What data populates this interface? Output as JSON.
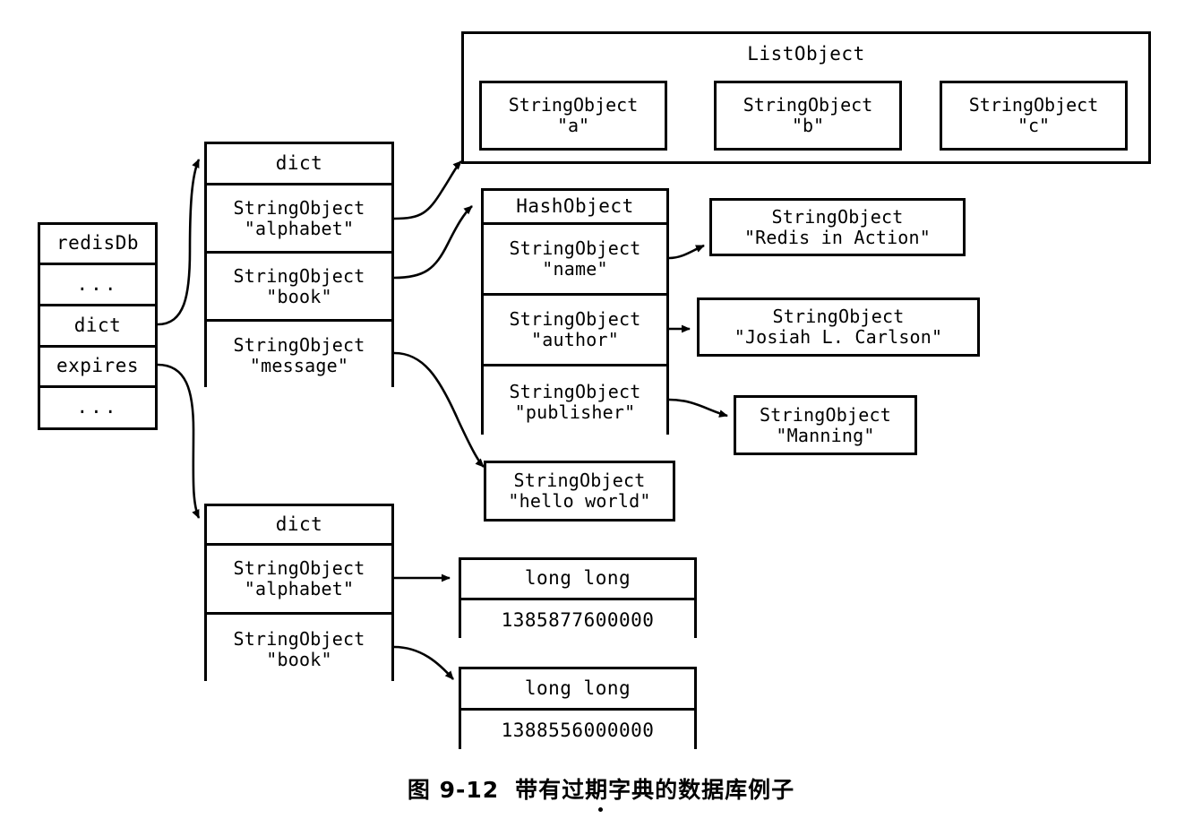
{
  "figure": {
    "caption_number": "图 9-12",
    "caption_text": "带有过期字典的数据库例子"
  },
  "redis_db": {
    "title": "redisDb",
    "rows": [
      {
        "label": "redisDb"
      },
      {
        "label": "..."
      },
      {
        "label": "dict"
      },
      {
        "label": "expires"
      },
      {
        "label": "..."
      }
    ]
  },
  "key_space_dict": {
    "header": "dict",
    "entries": [
      {
        "type": "StringObject",
        "value": "\"alphabet\""
      },
      {
        "type": "StringObject",
        "value": "\"book\""
      },
      {
        "type": "StringObject",
        "value": "\"message\""
      }
    ]
  },
  "expires_dict": {
    "header": "dict",
    "entries": [
      {
        "type": "StringObject",
        "value": "\"alphabet\""
      },
      {
        "type": "StringObject",
        "value": "\"book\""
      }
    ]
  },
  "list_object": {
    "title": "ListObject",
    "nodes": [
      {
        "type": "StringObject",
        "value": "\"a\""
      },
      {
        "type": "StringObject",
        "value": "\"b\""
      },
      {
        "type": "StringObject",
        "value": "\"c\""
      }
    ]
  },
  "hash_object": {
    "header": "HashObject",
    "fields": [
      {
        "type": "StringObject",
        "value": "\"name\""
      },
      {
        "type": "StringObject",
        "value": "\"author\""
      },
      {
        "type": "StringObject",
        "value": "\"publisher\""
      }
    ]
  },
  "hash_values": [
    {
      "type": "StringObject",
      "value": "\"Redis in Action\""
    },
    {
      "type": "StringObject",
      "value": "\"Josiah L. Carlson\""
    },
    {
      "type": "StringObject",
      "value": "\"Manning\""
    }
  ],
  "message_value": {
    "type": "StringObject",
    "value": "\"hello world\""
  },
  "expire_values": [
    {
      "type": "long long",
      "value": "1385877600000"
    },
    {
      "type": "long long",
      "value": "1388556000000"
    }
  ],
  "colors": {
    "stroke": "#000000",
    "background": "#ffffff"
  }
}
